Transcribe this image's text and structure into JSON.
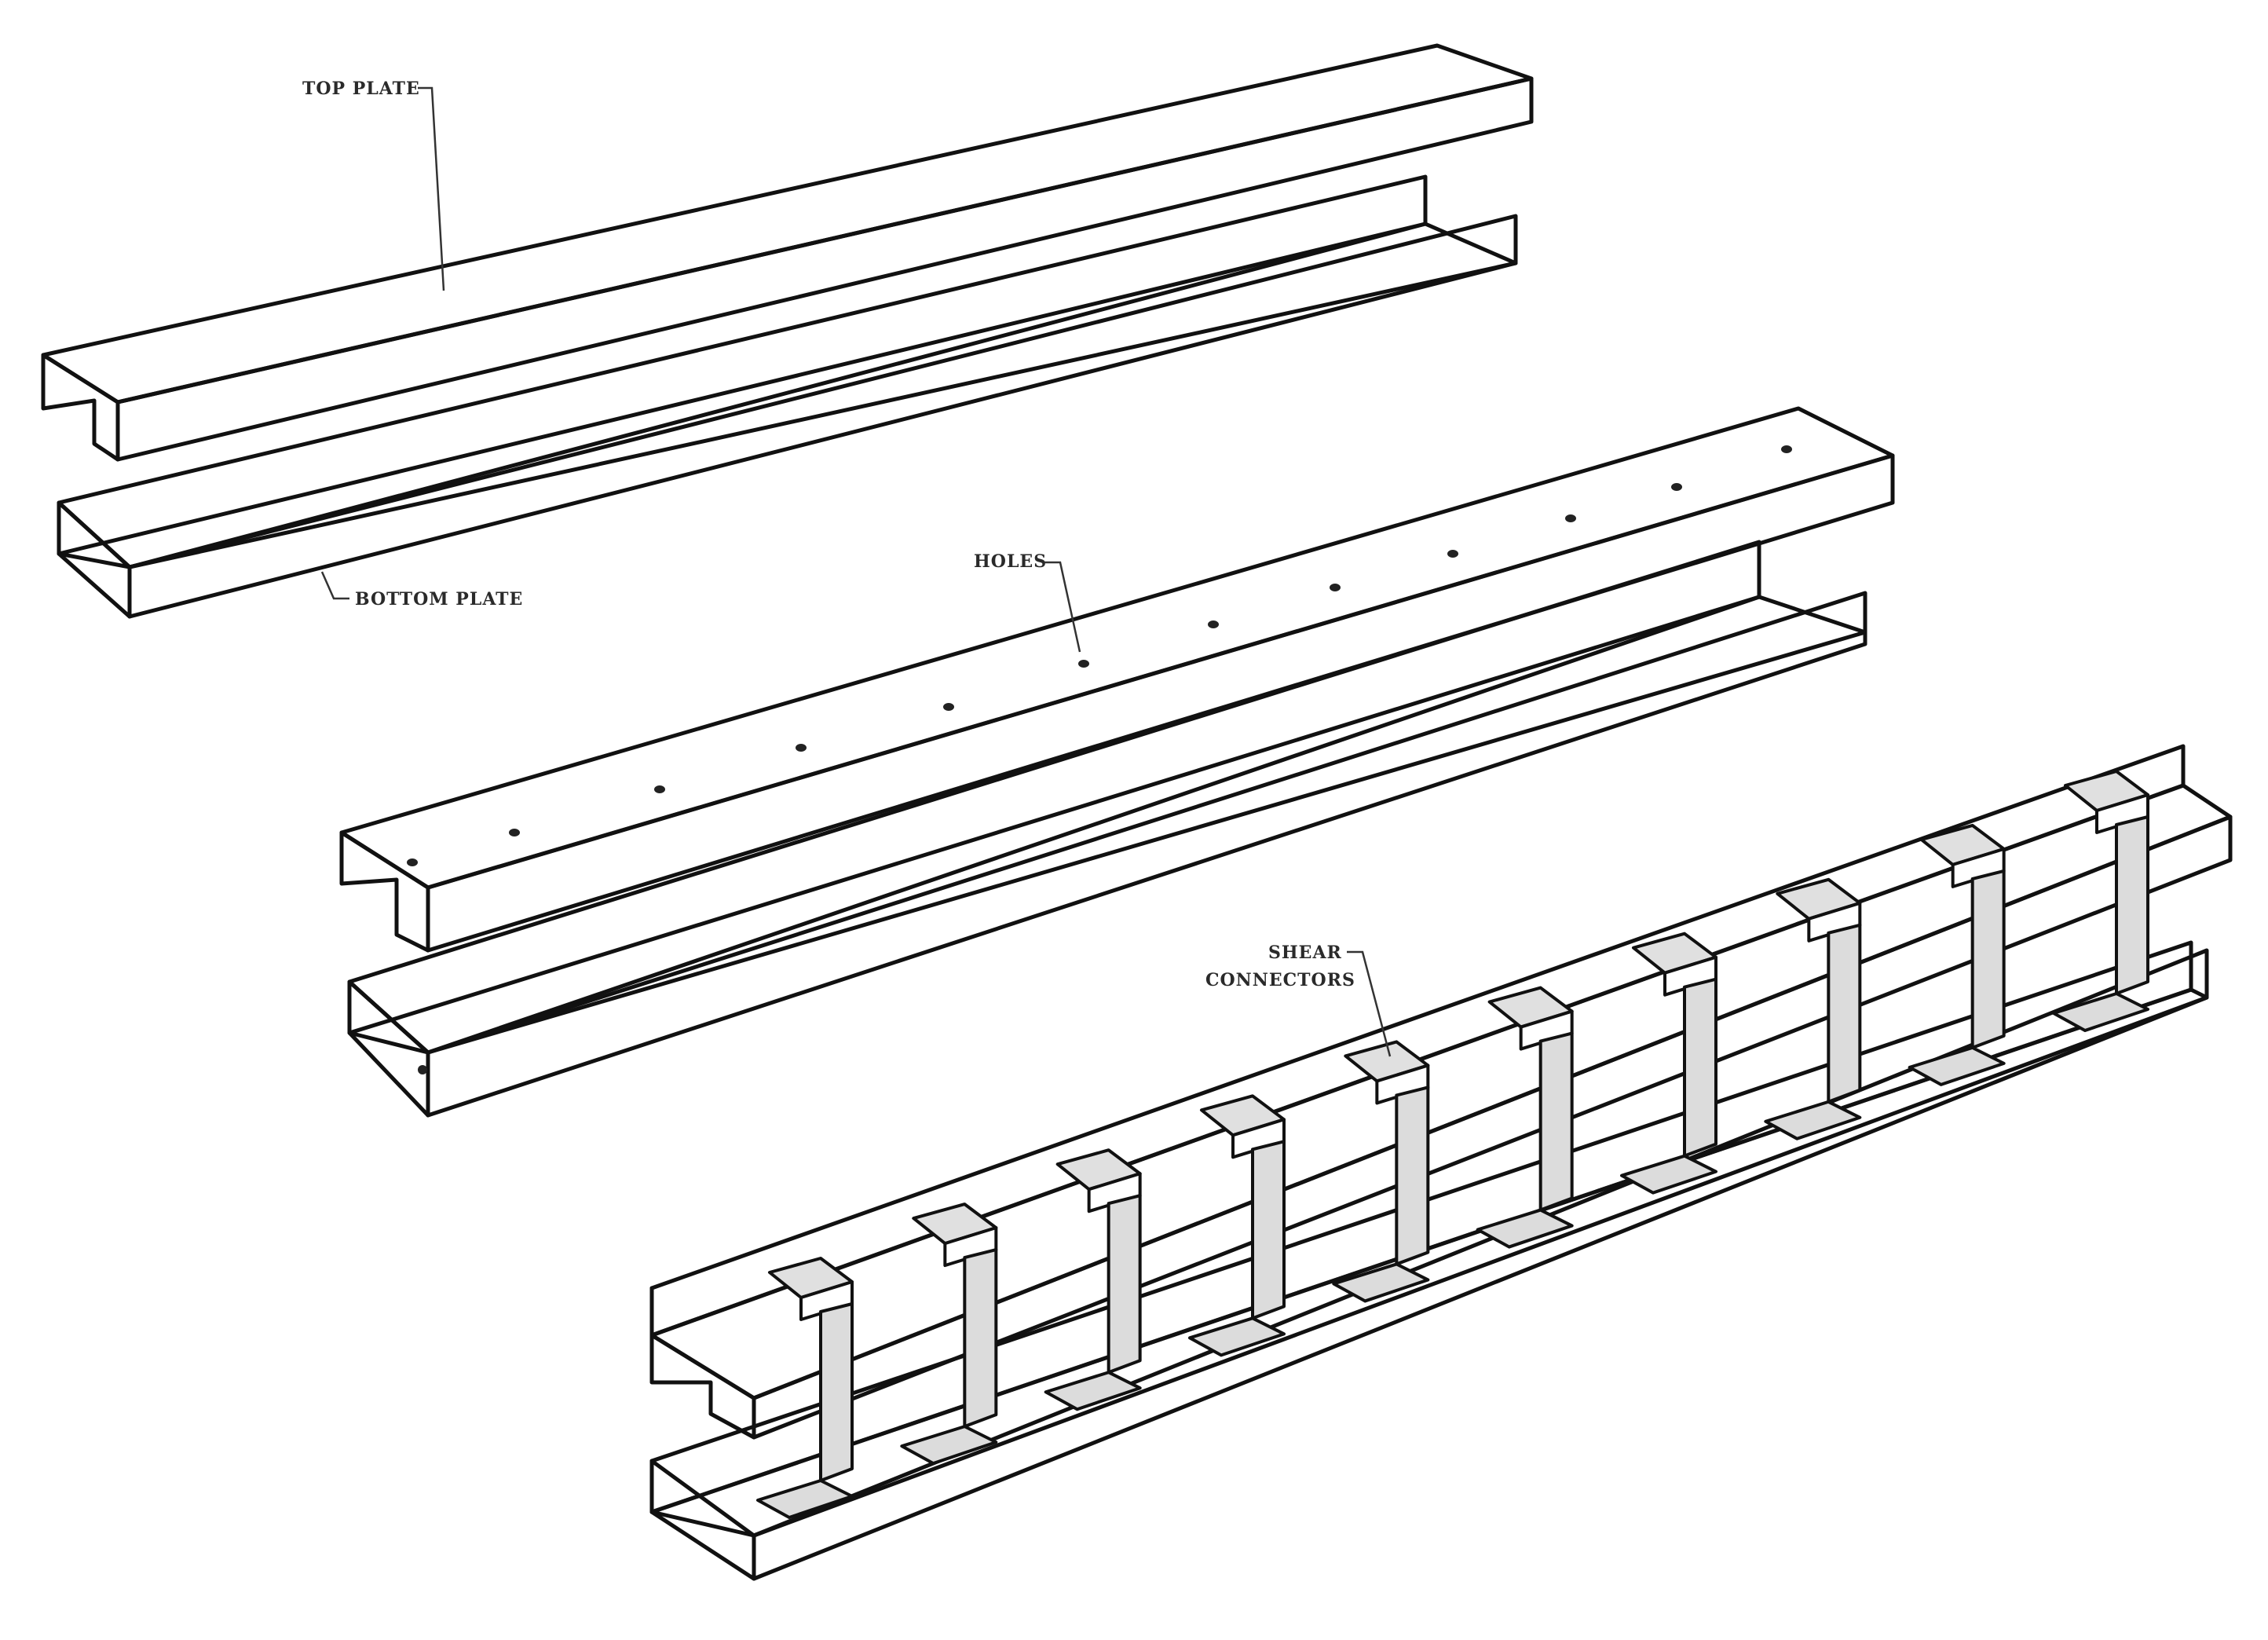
{
  "labels": {
    "top_plate": "TOP PLATE",
    "bottom_plate": "BOTTOM PLATE",
    "holes": "HOLES",
    "shear_connectors_line1": "SHEAR",
    "shear_connectors_line2": "CONNECTORS"
  },
  "colors": {
    "face_white": "#ffffff",
    "face_light": "#dcdcdc",
    "face_blue": "#a9b4be",
    "outline": "#111111"
  }
}
